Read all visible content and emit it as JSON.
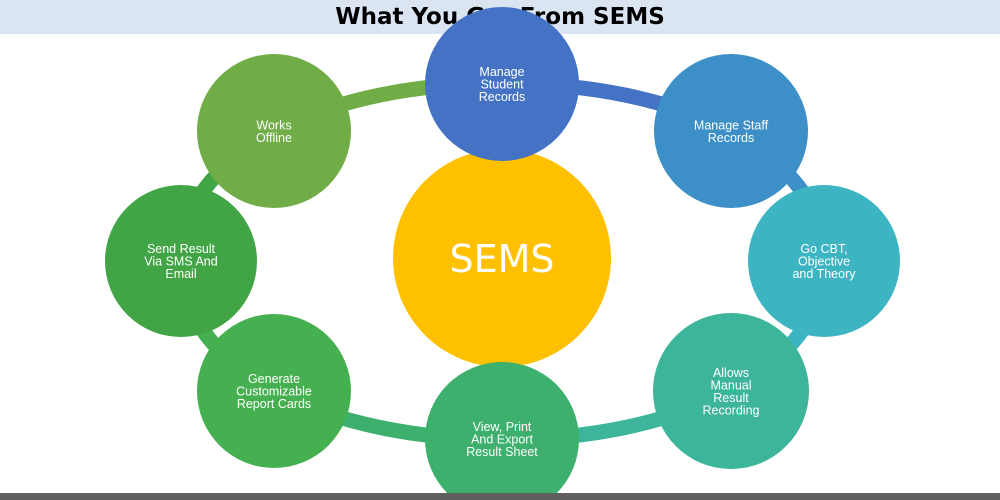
{
  "page": {
    "title": "What You Get From SEMS"
  },
  "diagram": {
    "center": {
      "label": "SEMS",
      "color": "#ffc000"
    },
    "nodes": [
      {
        "name": "manage-student-records",
        "lines": [
          "Manage",
          "Student",
          "Records"
        ],
        "color": "#4472c4"
      },
      {
        "name": "manage-staff-records",
        "lines": [
          "Manage Staff",
          "Records"
        ],
        "color": "#3d8fc7"
      },
      {
        "name": "go-cbt",
        "lines": [
          "Go CBT,",
          "Objective",
          "and Theory"
        ],
        "color": "#3cb4c2"
      },
      {
        "name": "allows-manual-result-recording",
        "lines": [
          "Allows",
          "Manual",
          "Result",
          "Recording"
        ],
        "color": "#3db59a"
      },
      {
        "name": "view-print-export-result-sheet",
        "lines": [
          "View, Print",
          "And Export",
          "Result Sheet"
        ],
        "color": "#3cb06c"
      },
      {
        "name": "generate-customizable-report-cards",
        "lines": [
          "Generate",
          "Customizable",
          "Report Cards"
        ],
        "color": "#45b04f"
      },
      {
        "name": "send-result-via-sms-and-email",
        "lines": [
          "Send Result",
          "Via SMS And",
          "Email"
        ],
        "color": "#42a545"
      },
      {
        "name": "works-offline",
        "lines": [
          "Works",
          "Offline"
        ],
        "color": "#70ad47"
      }
    ]
  }
}
